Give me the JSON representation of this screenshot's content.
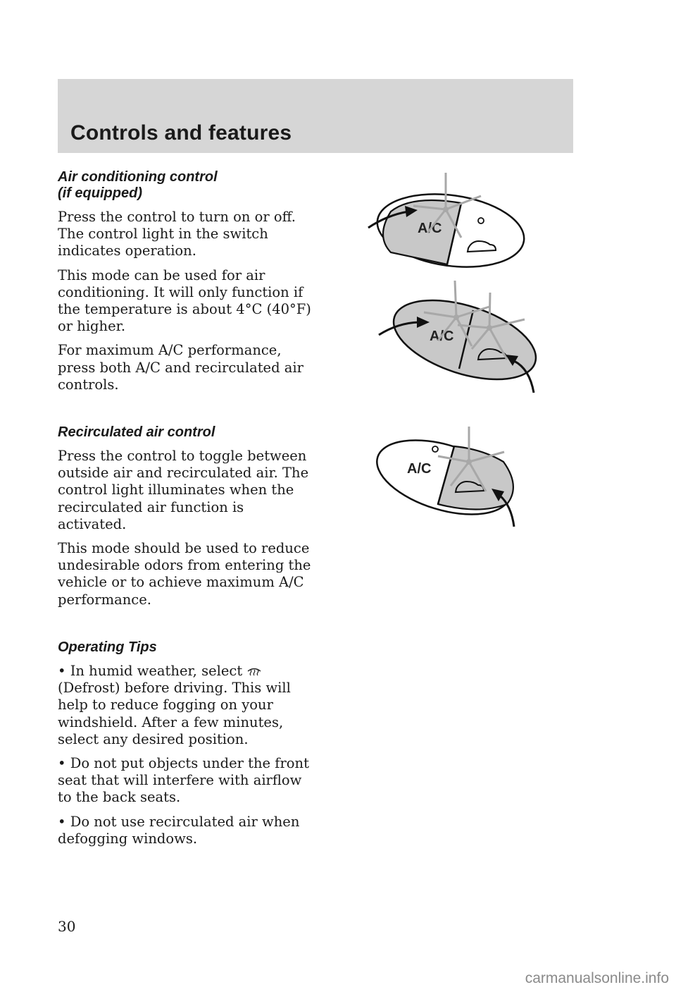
{
  "header": {
    "title": "Controls and features"
  },
  "ac_section": {
    "heading_line1": "Air conditioning control",
    "heading_line2": "(if equipped)",
    "paragraphs": [
      "Press the control to turn on or off. The control light in the switch indicates operation.",
      "This mode can be used for air conditioning. It will only function if the temperature is about 4°C (40°F) or higher.",
      "For maximum A/C performance, press both A/C and recirculated air controls."
    ]
  },
  "recirc_section": {
    "heading": "Recirculated air control",
    "paragraphs": [
      "Press the control to toggle between outside air and recirculated air. The control light illuminates when the recirculated air function is activated.",
      "This mode should be used to reduce undesirable odors from entering the vehicle or to achieve maximum A/C performance."
    ]
  },
  "tips_section": {
    "heading": "Operating Tips",
    "tips": [
      {
        "bullet": "•",
        "before": "In humid weather, select ",
        "icon": "defrost-icon",
        "after": " (Defrost) before driving. This will help to reduce fogging on your windshield. After a few minutes, select any desired position."
      },
      {
        "bullet": "•",
        "text": "Do not put objects under the front seat that will interfere with airflow to the back seats."
      },
      {
        "bullet": "•",
        "text": "Do not use recirculated air when defogging windows."
      }
    ]
  },
  "illustrations": {
    "ac_label": "A/C"
  },
  "footer": {
    "page_number": "30",
    "site": "carmanualsonline.info"
  },
  "colors": {
    "header_band": "#d6d6d6",
    "button_fill": "#c8c8c8",
    "ray": "#a8a8a8",
    "text": "#1a1a1a"
  }
}
